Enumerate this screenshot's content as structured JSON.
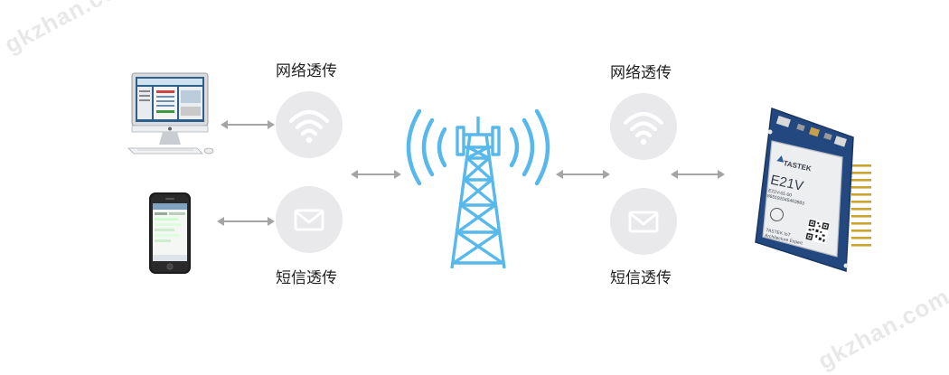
{
  "labels": {
    "left_network": "网络透传",
    "left_sms": "短信透传",
    "right_network": "网络透传",
    "right_sms": "短信透传"
  },
  "module": {
    "brand": "TASTEK",
    "model": "E21V",
    "code": "E21V-01-00",
    "serial": "865192045463983",
    "footer_brand": "TASTEK IoT",
    "footer_tag": "Architecture Expert"
  },
  "watermark": "gkzhan.com",
  "colors": {
    "signal_blue": "#57b8ec",
    "circle_bg": "#e9e9ec",
    "arrow_gray": "#a5a5a5",
    "pcb_blue": "#23487f"
  },
  "icons": {
    "network": "wifi-icon",
    "sms": "envelope-icon",
    "tower": "cell-tower-icon"
  }
}
